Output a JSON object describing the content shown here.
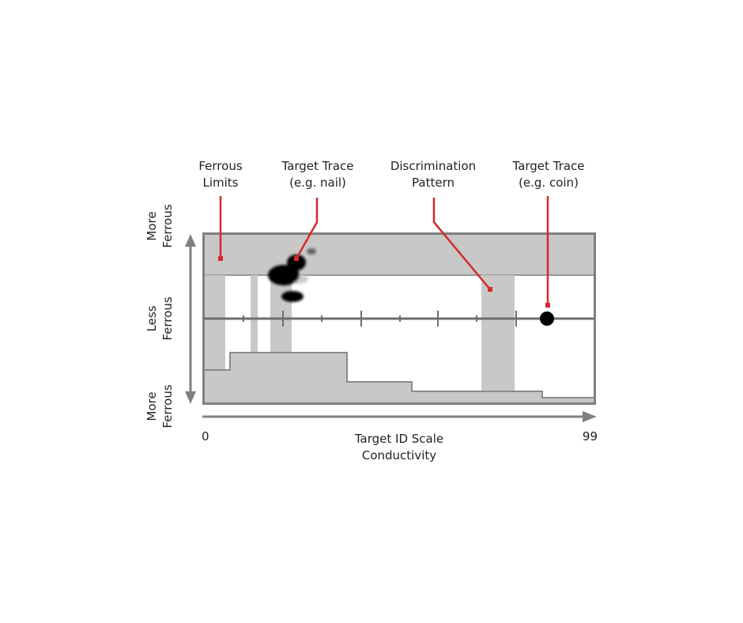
{
  "labels": {
    "ferrous_limits": [
      "Ferrous",
      "Limits"
    ],
    "target_trace_nail": [
      "Target Trace",
      "(e.g. nail)"
    ],
    "discrimination_pattern": [
      "Discrimination",
      "Pattern"
    ],
    "target_trace_coin": [
      "Target Trace",
      "(e.g. coin)"
    ]
  },
  "y_axis": {
    "top": [
      "More",
      "Ferrous"
    ],
    "middle": [
      "Less",
      "Ferrous"
    ],
    "bottom": [
      "More",
      "Ferrous"
    ]
  },
  "x_axis": {
    "min": "0",
    "max": "99",
    "title": [
      "Target ID Scale",
      "Conductivity"
    ]
  },
  "colors": {
    "band": "#c8c8c8",
    "border": "#808080",
    "callout": "#d42a2a",
    "trace": "#000000"
  }
}
